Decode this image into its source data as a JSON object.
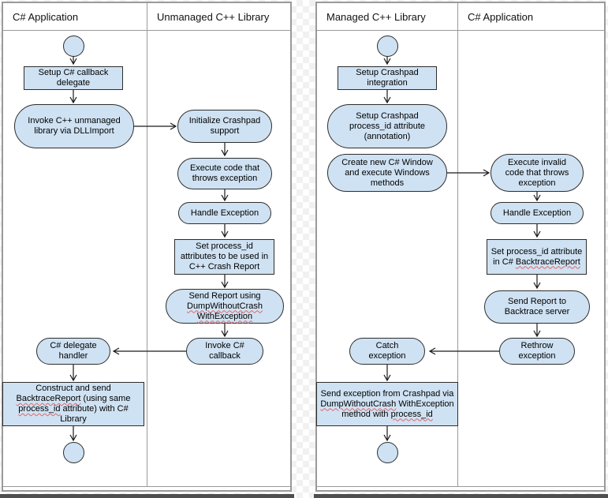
{
  "colors": {
    "node_fill": "#cfe2f3",
    "node_border": "#2d2d2d",
    "lane_border": "#9a9a9a",
    "arrow": "#1a1a1a",
    "spellcheck_squiggle": "#e06666",
    "window_edge_bar": "#4e4e4e"
  },
  "left_diagram": {
    "lane1": "C# Application",
    "lane2": "Unmanaged C++ Library",
    "nodes": {
      "setup_callback": "Setup C# callback delegate",
      "invoke_cpp": "Invoke C++ unmanaged library via DLLImport",
      "init_crashpad": "Initialize Crashpad support",
      "execute_code": "Execute code that throws exception",
      "handle_exception": "Handle Exception",
      "set_process_id": "Set process_id attributes to be used in C++ Crash Report",
      "send_report": {
        "p1": "Send Report using ",
        "w1": "DumpWithoutCrash",
        "p2": " ",
        "w2": "WithException"
      },
      "invoke_callback": "Invoke C# callback",
      "delegate_handler": "C# delegate handler",
      "construct_report": {
        "p1": "Construct and send ",
        "w1": "BacktraceReport",
        "p2": " (using same ",
        "w2": "process_id",
        "p3": " attribute) with C# Library"
      }
    }
  },
  "right_diagram": {
    "lane1": "Managed C++ Library",
    "lane2": "C# Application",
    "nodes": {
      "setup_integration": "Setup Crashpad integration",
      "setup_attribute": "Setup Crashpad process_id attribute (annotation)",
      "create_window": "Create new C# Window and execute Windows methods",
      "execute_invalid": "Execute invalid code that throws exception",
      "handle_exception": "Handle Exception",
      "set_attribute": {
        "p1": "Set process_id attribute in C# ",
        "w1": "BacktraceReport"
      },
      "send_to_server": "Send Report to Backtrace server",
      "rethrow": "Rethrow exception",
      "catch": "Catch exception",
      "send_exception": {
        "p1": "Send exception from Crashpad via ",
        "w1": "DumpWithoutCrash",
        "p2": " WithException method with ",
        "w2": "process_id"
      }
    }
  }
}
